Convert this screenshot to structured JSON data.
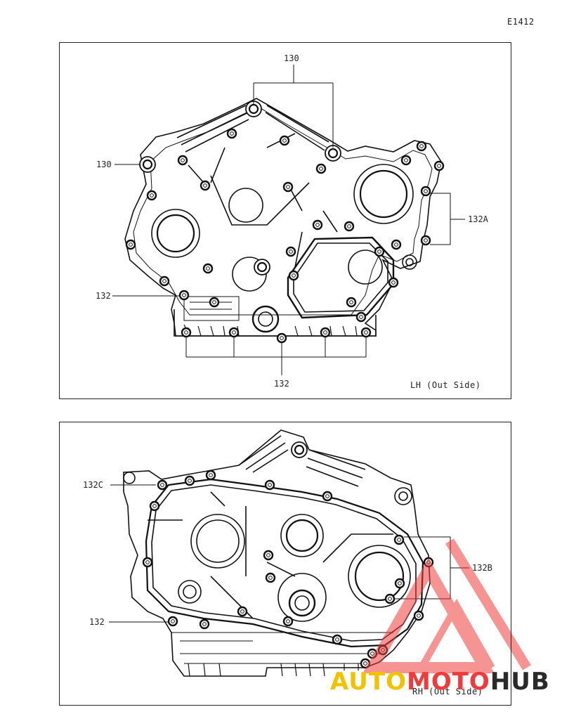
{
  "diagram_code": "E1412",
  "panels": {
    "lh": {
      "view_label": "LH (Out Side)",
      "callouts": {
        "c130_top": "130",
        "c130_left": "130",
        "c132a": "132A",
        "c132_left": "132",
        "c132_bottom": "132"
      }
    },
    "rh": {
      "view_label": "RH (Out Side)",
      "callouts": {
        "c132c": "132C",
        "c132b": "132B",
        "c132_left": "132"
      }
    }
  },
  "watermark": {
    "part1": "AUTO",
    "part2": "MOTO",
    "part3": "HUB",
    "colors": {
      "yellow": "#f2c200",
      "red": "#ef3b3b",
      "dark": "#2a2a2a"
    }
  }
}
